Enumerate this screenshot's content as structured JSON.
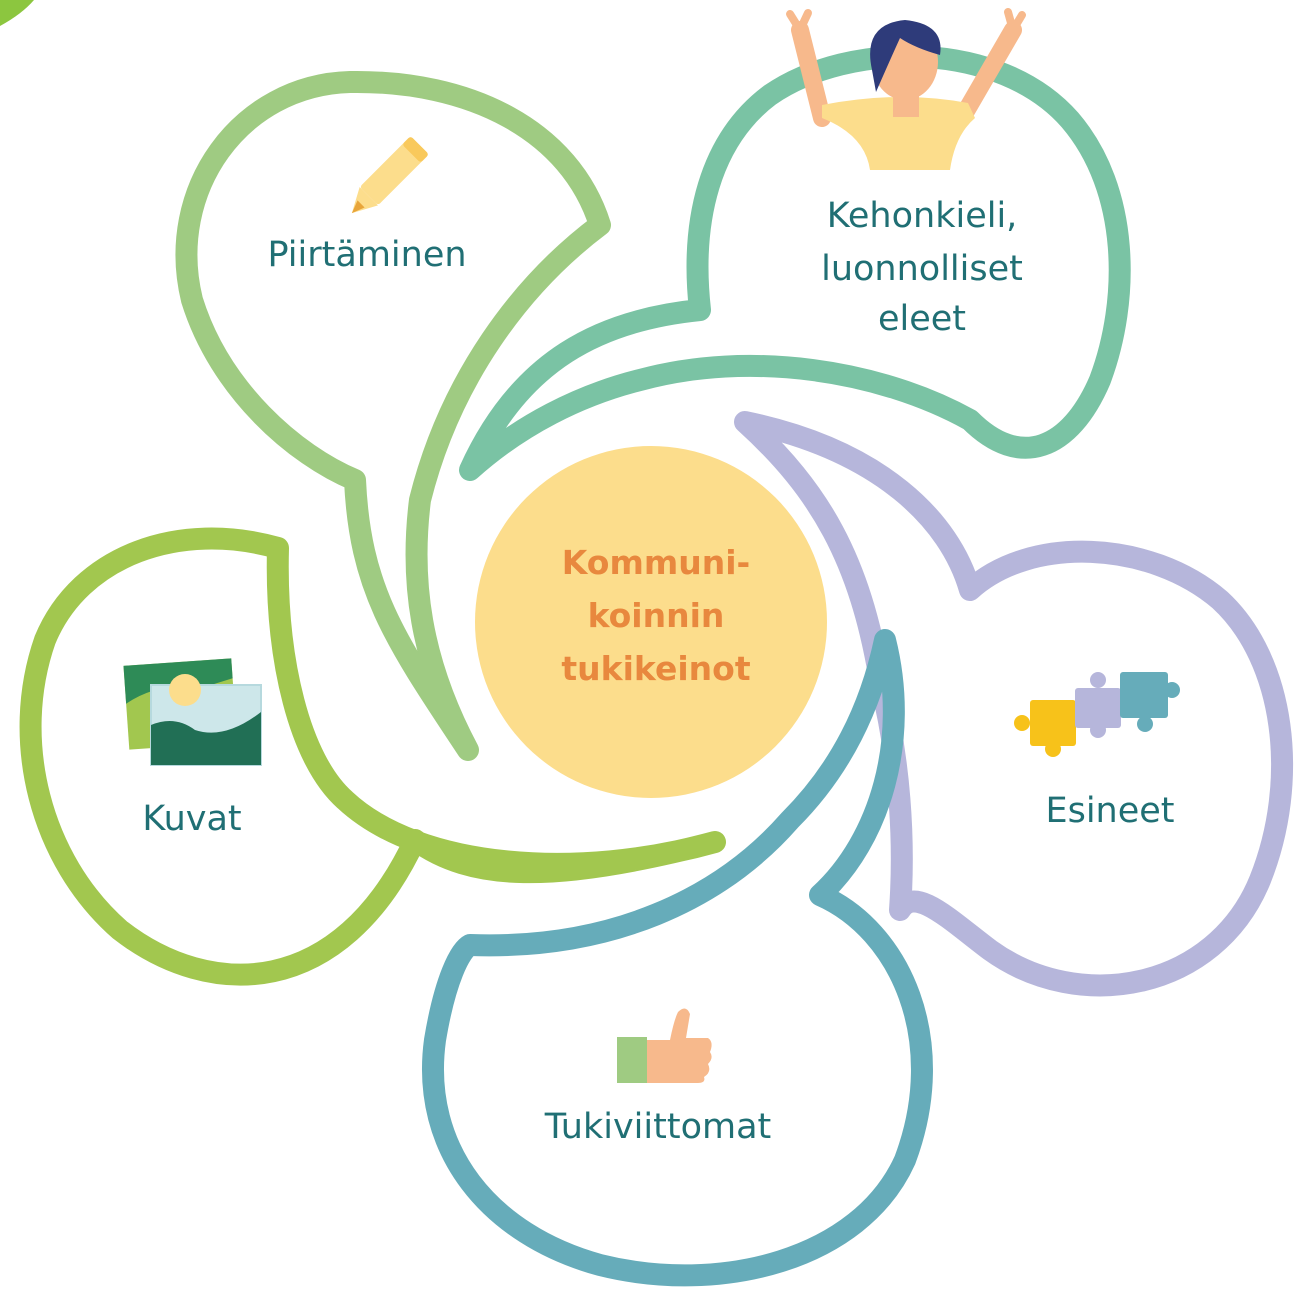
{
  "center": {
    "lines": [
      "Kommuni-",
      "koinnin",
      "tukikeinot"
    ]
  },
  "bubbles": [
    {
      "id": "piirtaminen",
      "lines": [
        "Piirtäminen"
      ],
      "icon": "pencil-icon",
      "color": "#9FCB82"
    },
    {
      "id": "kehonkieli",
      "lines": [
        "Kehonkieli,",
        "luonnolliset",
        "eleet"
      ],
      "icon": "person-raising-arms-icon",
      "color": "#7AC3A4"
    },
    {
      "id": "esineet",
      "lines": [
        "Esineet"
      ],
      "icon": "puzzle-pieces-icon",
      "color": "#B6B6DB"
    },
    {
      "id": "tukiviittomat",
      "lines": [
        "Tukiviittomat"
      ],
      "icon": "thumbs-up-icon",
      "color": "#66ACBA"
    },
    {
      "id": "kuvat",
      "lines": [
        "Kuvat"
      ],
      "icon": "pictures-icon",
      "color": "#A2C74F"
    }
  ],
  "colors": {
    "label_text": "#206F74",
    "center_fill": "#FCDD8C",
    "center_text": "#E8883E",
    "corner_accent": "#8CC63F"
  }
}
